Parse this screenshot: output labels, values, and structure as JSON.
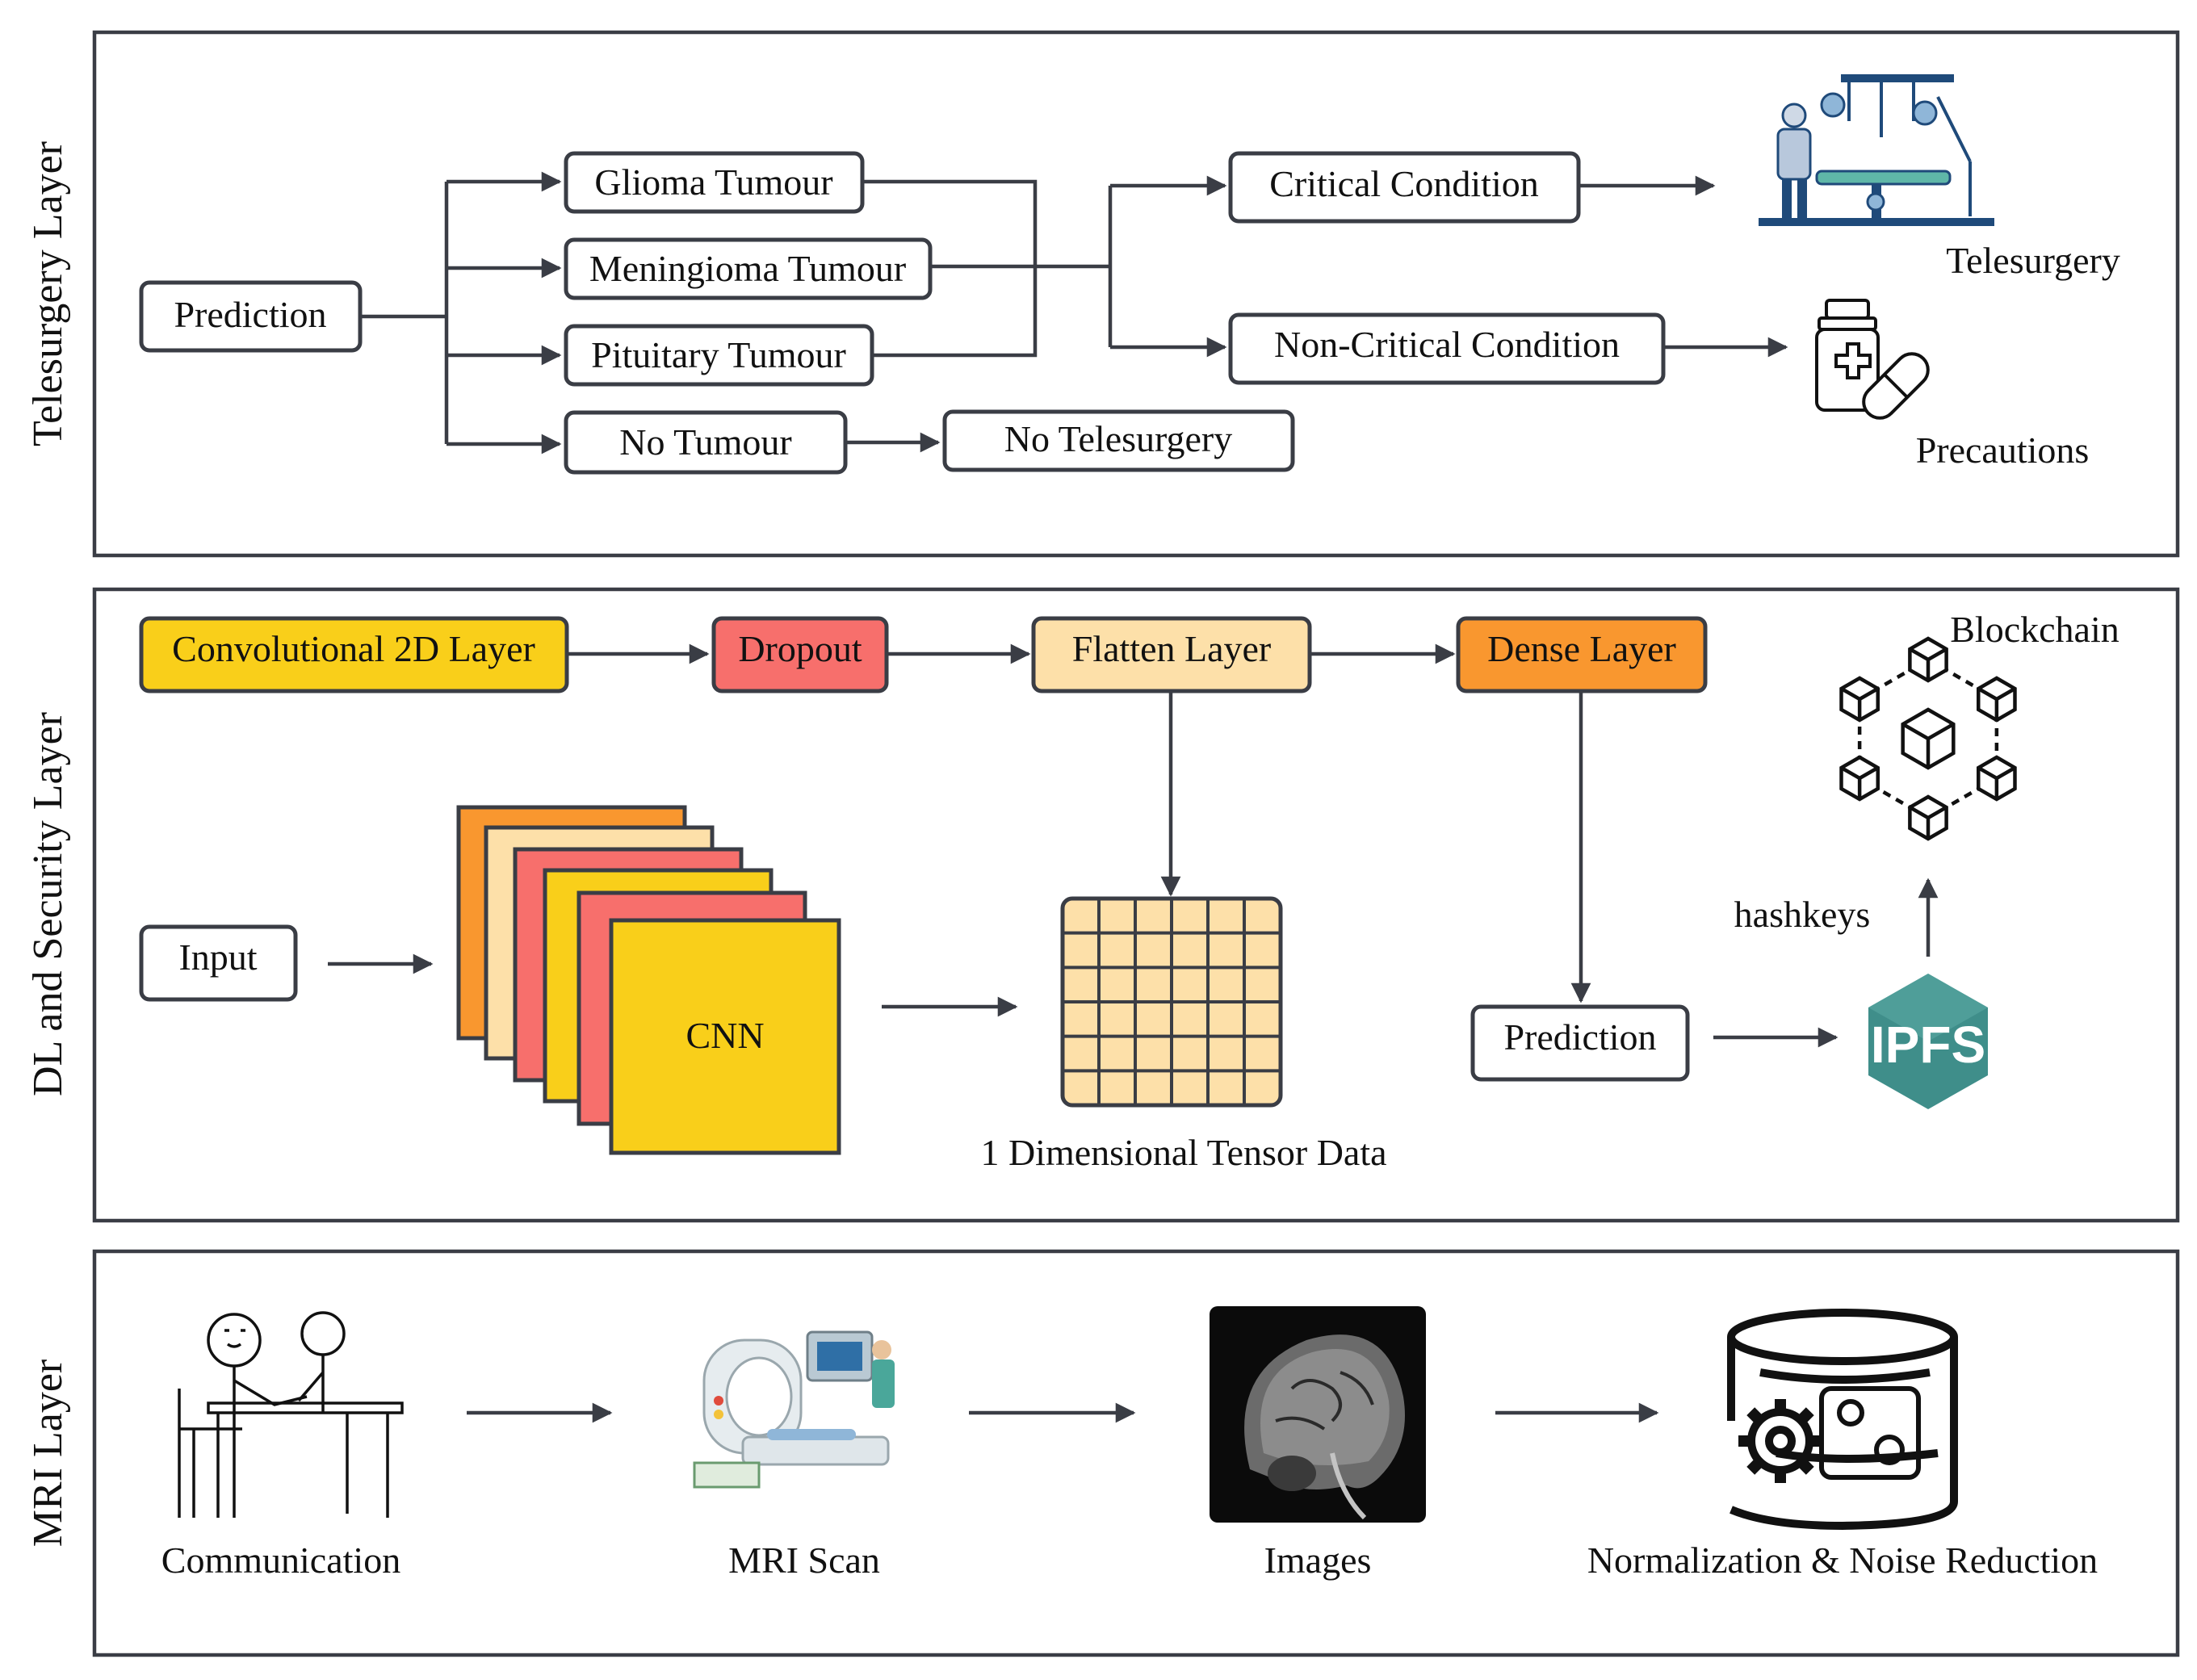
{
  "layers": {
    "telesurgery": "Telesurgery Layer",
    "dl_security": "DL and Security Layer",
    "mri": "MRI Layer"
  },
  "telesurgery": {
    "prediction": "Prediction",
    "glioma": "Glioma Tumour",
    "meningioma": "Meningioma Tumour",
    "pituitary": "Pituitary Tumour",
    "no_tumour": "No Tumour",
    "no_telesurgery": "No Telesurgery",
    "critical": "Critical Condition",
    "non_critical": "Non-Critical Condition",
    "telesurgery_label": "Telesurgery",
    "precautions_label": "Precautions"
  },
  "dl": {
    "conv2d": "Convolutional 2D Layer",
    "dropout": "Dropout",
    "flatten": "Flatten Layer",
    "dense": "Dense Layer",
    "input": "Input",
    "cnn": "CNN",
    "tensor_caption": "1 Dimensional Tensor Data",
    "prediction": "Prediction",
    "ipfs": "IPFS",
    "hashkeys": "hashkeys",
    "blockchain": "Blockchain"
  },
  "mri": {
    "communication": "Communication",
    "mri_scan": "MRI Scan",
    "images": "Images",
    "normalization": "Normalization & Noise Reduction"
  },
  "colors": {
    "conv2d": "#f9cf1a",
    "dropout": "#f76f6c",
    "flatten": "#fde0a9",
    "dense": "#f9972f",
    "ipfs": "#3f8e8a",
    "stroke": "#3a3d45"
  }
}
